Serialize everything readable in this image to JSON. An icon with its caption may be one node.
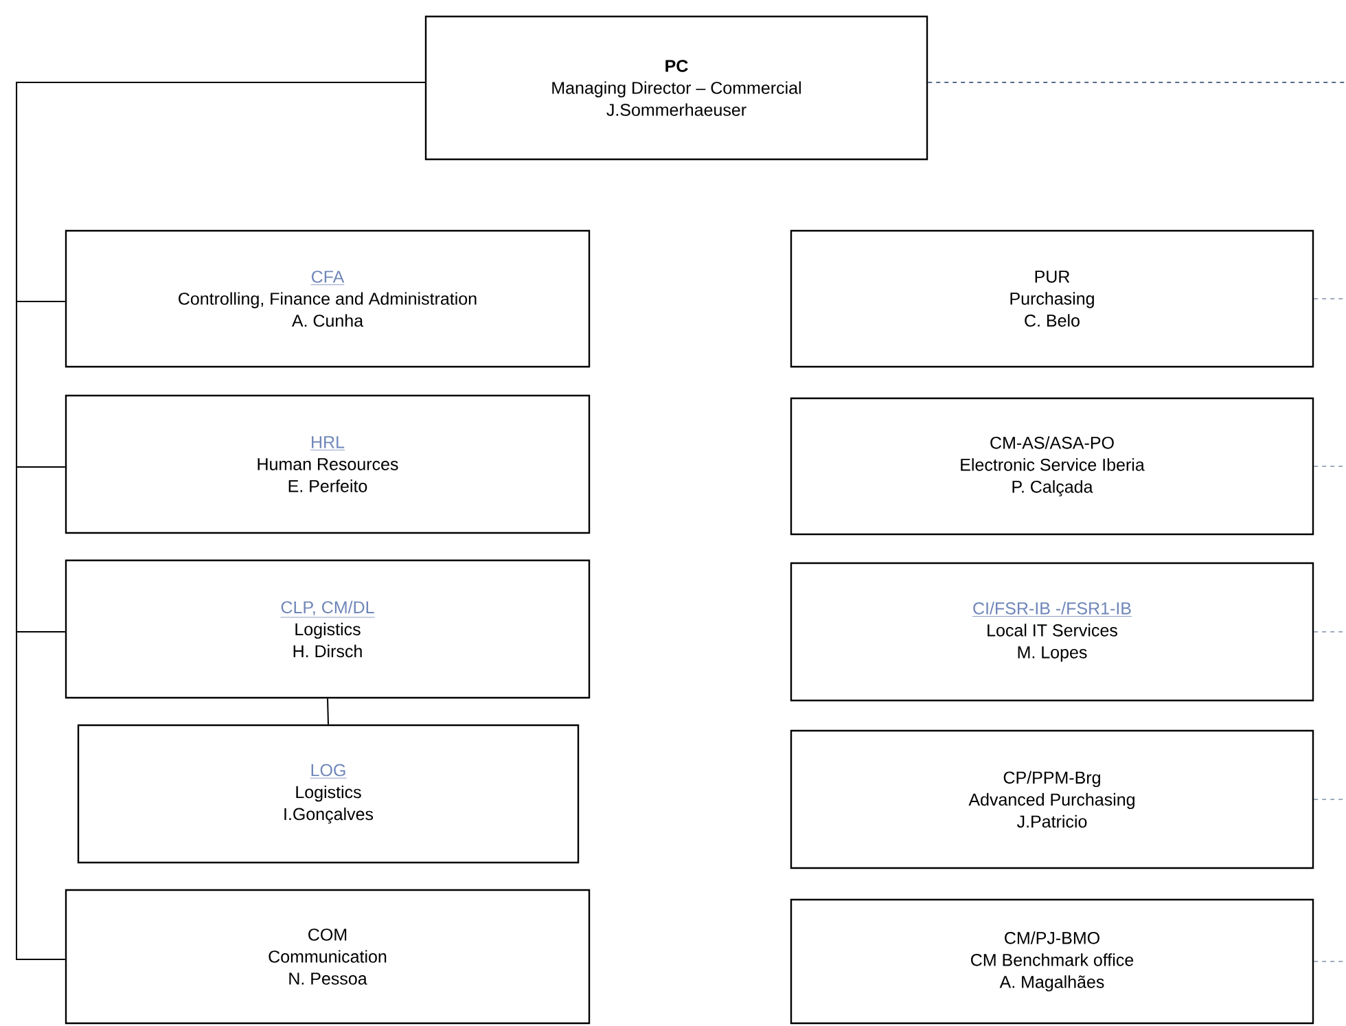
{
  "diagram": {
    "nodes": [
      {
        "text": [
          "PC",
          "Managing Director – Commercial",
          "J.Sommerhaeuser"
        ]
      },
      {
        "text": [
          "CFA",
          "Controlling, Finance and Administration",
          "A. Cunha"
        ]
      },
      {
        "text": [
          "HRL",
          "Human Resources",
          "E. Perfeito"
        ]
      },
      {
        "text": [
          "CLP, CM/DL",
          "Logistics",
          "H. Dirsch"
        ]
      },
      {
        "text": [
          "LOG",
          "Logistics",
          "I.Gonçalves"
        ]
      },
      {
        "text": [
          "COM",
          "Communication",
          "N. Pessoa"
        ]
      },
      {
        "text": [
          "PUR",
          "Purchasing",
          "C. Belo"
        ]
      },
      {
        "text": [
          "CM-AS/ASA-PO",
          "Electronic Service Iberia",
          "P. Calçada"
        ]
      },
      {
        "text": [
          "CI/FSR-IB -/FSR1-IB",
          "Local IT Services",
          "M. Lopes"
        ]
      },
      {
        "text": [
          "CP/PPM-Brg",
          "Advanced Purchasing",
          "J.Patricio"
        ]
      },
      {
        "text": [
          "CM/PJ-BMO",
          "CM Benchmark office",
          "A. Magalhães"
        ]
      }
    ],
    "edges": [
      {
        "from": 0,
        "to": 1,
        "arrow": "none"
      },
      {
        "from": 0,
        "to": 2,
        "arrow": "none"
      },
      {
        "from": 0,
        "to": 3,
        "arrow": "none"
      },
      {
        "from": 0,
        "to": 5,
        "arrow": "none"
      },
      {
        "from": 3,
        "to": 4,
        "arrow": "none"
      },
      {
        "from": 0,
        "to": null,
        "arrow": "none",
        "style": "dashed",
        "color": "#1f3864"
      },
      {
        "from": 6,
        "to": null,
        "arrow": "none",
        "style": "dashed",
        "color": "#7f8fa6"
      },
      {
        "from": 7,
        "to": null,
        "arrow": "none",
        "style": "dashed",
        "color": "#7f8fa6"
      },
      {
        "from": 8,
        "to": null,
        "arrow": "none",
        "style": "dashed",
        "color": "#7f8fa6"
      },
      {
        "from": 9,
        "to": null,
        "arrow": "none",
        "style": "dashed",
        "color": "#7f8fa6"
      },
      {
        "from": 10,
        "to": null,
        "arrow": "none",
        "style": "dashed",
        "color": "#7f8fa6"
      }
    ]
  }
}
